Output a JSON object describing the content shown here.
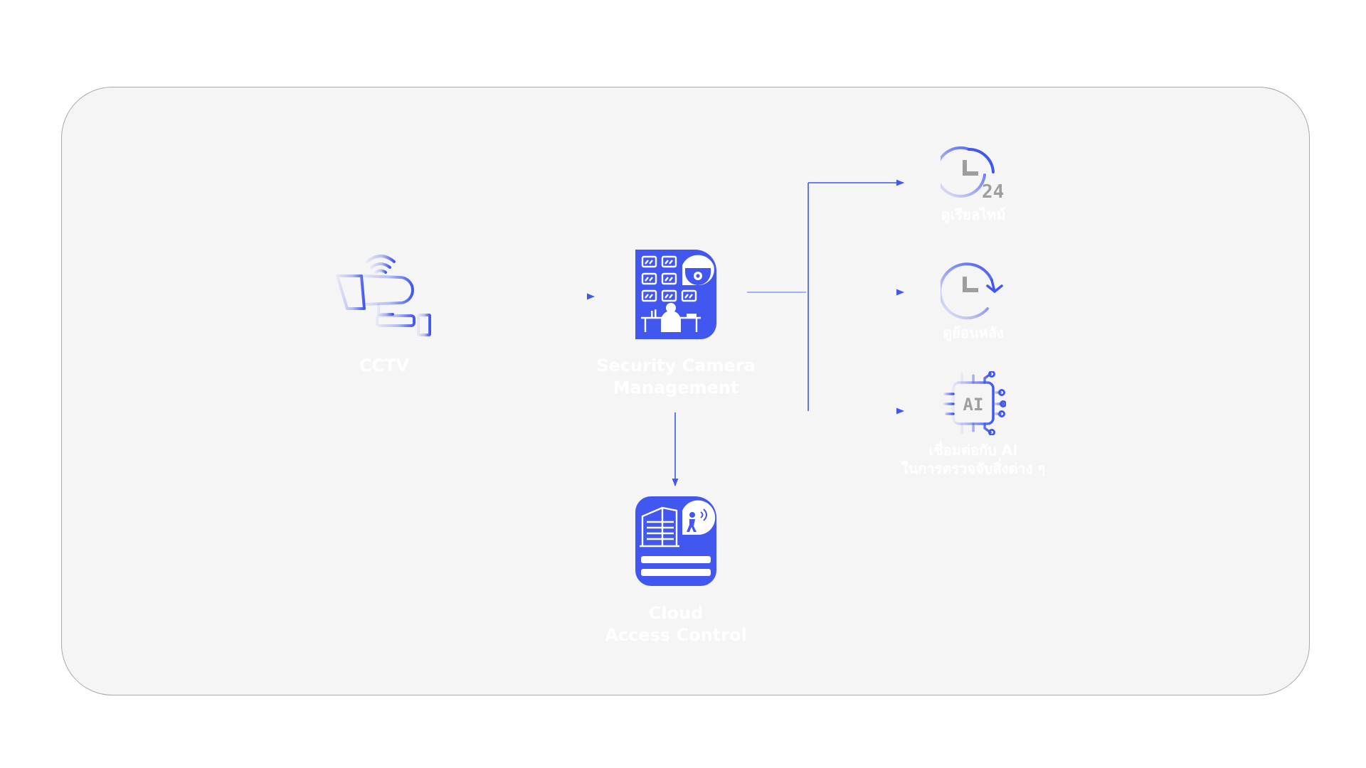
{
  "colors": {
    "accent": "#4157f0",
    "accent_light": "#c9cff8",
    "panel": "#f5f5f5",
    "panel_border": "#a9a9a9",
    "label": "#ffffff"
  },
  "nodes": {
    "cctv": {
      "icon": "cctv-camera-icon",
      "label": "CCTV"
    },
    "security_camera_management": {
      "icon": "security-monitoring-room-icon",
      "label_line1": "Security Camera",
      "label_line2": "Management"
    },
    "cloud_access_control": {
      "icon": "building-access-card-icon",
      "label_line1": "Cloud",
      "label_line2": "Access Control"
    },
    "realtime": {
      "icon": "clock-24-icon",
      "badge": "24",
      "label": "ดูเรียลไทม์"
    },
    "playback": {
      "icon": "clock-replay-icon",
      "label": "ดูย้อนหลัง"
    },
    "ai": {
      "icon": "ai-chip-icon",
      "chip_text": "AI",
      "label_line1": "เชื่อมต่อกับ AI",
      "label_line2": "ในการตรวจจับสิ่งต่าง ๆ"
    }
  },
  "edges": [
    {
      "from": "cctv",
      "to": "security_camera_management"
    },
    {
      "from": "security_camera_management",
      "to": "realtime"
    },
    {
      "from": "security_camera_management",
      "to": "playback"
    },
    {
      "from": "security_camera_management",
      "to": "ai"
    },
    {
      "from": "security_camera_management",
      "to": "cloud_access_control"
    }
  ]
}
